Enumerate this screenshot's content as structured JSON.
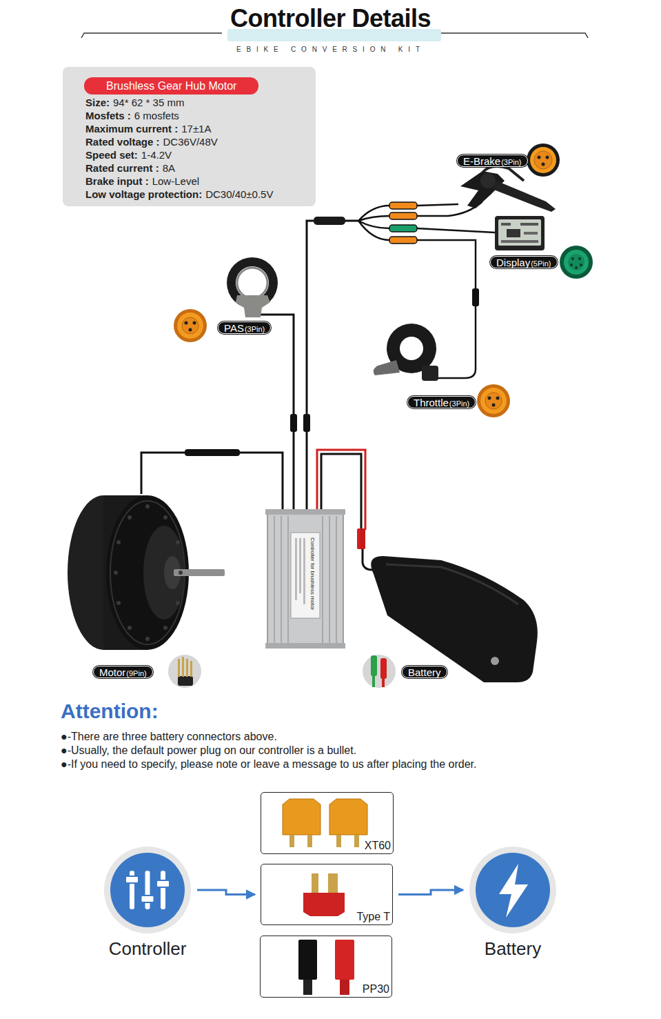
{
  "diagram": {
    "title": "Controller Details",
    "nodes": [
      {
        "text": [
          "Size:",
          "94* 62 * 35 mm",
          "Mosfets :",
          "6 mosfets",
          "Maximum current :",
          "17±1A",
          "Rated voltage :",
          "DC36V/48V",
          "Speed set:",
          "1-4.2V",
          "Rated current :",
          "8A",
          "Brake input :",
          "Low-Level",
          "Low voltage protection:",
          "DC30/40±0.5V"
        ]
      },
      {
        "text": [
          "Brushless Gear Hub Motor"
        ],
        "in": 0
      },
      {
        "text": [
          "E-Brake",
          "(3Pin)"
        ]
      },
      {
        "text": [
          "Display",
          "(5Pin)"
        ]
      },
      {
        "text": [
          "PAS",
          "(3Pin)"
        ]
      },
      {
        "text": [
          "Throttle",
          "(3Pin)"
        ]
      },
      {
        "text": [
          "Motor",
          "(9Pin)"
        ]
      },
      {
        "text": [
          "Battery"
        ]
      },
      {
        "text": [
          "Controller"
        ]
      },
      {
        "text": [
          "XT60"
        ]
      },
      {
        "text": [
          "Type T"
        ]
      },
      {
        "text": [
          "PP30"
        ]
      },
      {
        "text": [
          "Battery"
        ]
      }
    ],
    "edges": [
      {
        "from": 8,
        "to": 10,
        "arrow": "to"
      },
      {
        "from": 10,
        "to": 12,
        "arrow": "to"
      }
    ],
    "labels": [
      "EBIKE CONVERSION KIT",
      "Controller for brushless motor",
      "Attention:",
      "●-There are three battery connectors above.",
      "●-Usually, the default power plug on our controller is a bullet.",
      "●-If you need to specify, please note or leave a message to us after placing the order."
    ]
  }
}
